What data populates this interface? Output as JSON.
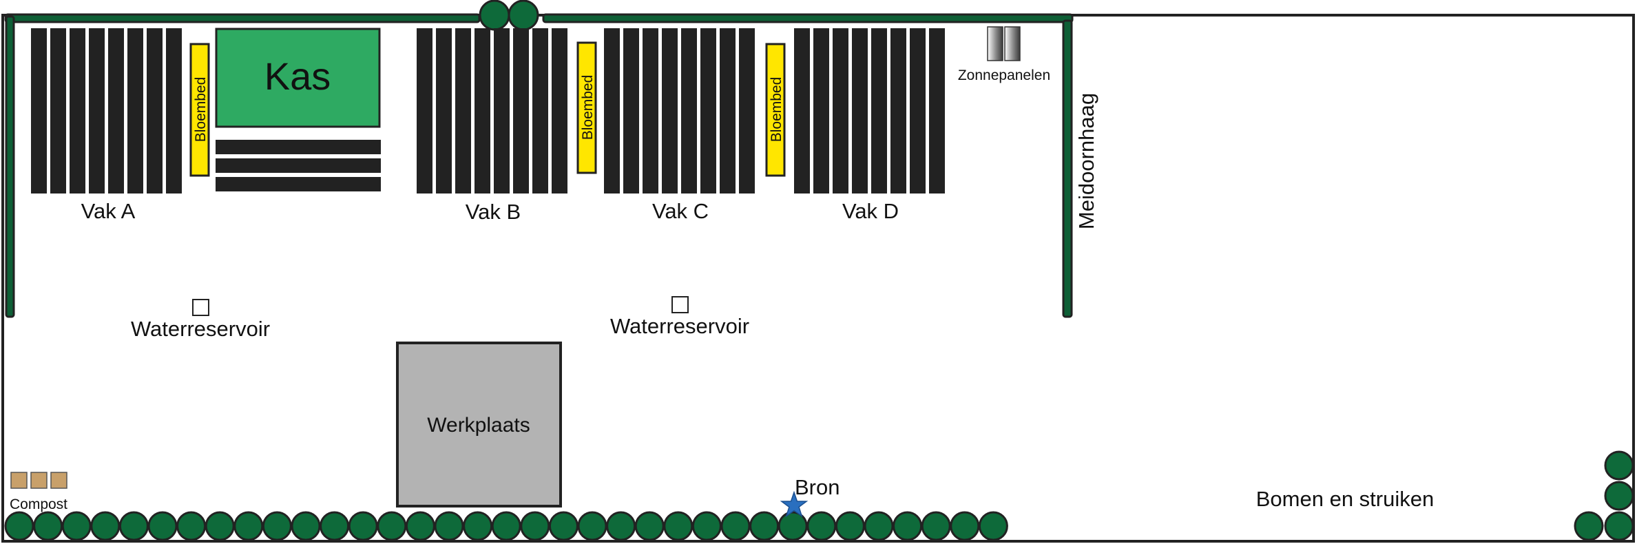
{
  "labels": {
    "vak_a": "Vak A",
    "vak_b": "Vak B",
    "vak_c": "Vak C",
    "vak_d": "Vak D",
    "kas": "Kas",
    "bloembed": "Bloembed",
    "zonnepanelen": "Zonnepanelen",
    "meidoornhaag": "Meidoornhaag",
    "waterreservoir": "Waterreservoir",
    "werkplaats": "Werkplaats",
    "compost": "Compost",
    "bron": "Bron",
    "bomen": "Bomen en struiken"
  },
  "beds": {
    "vak_a": {
      "rows": 8
    },
    "vak_a_extra": {
      "rows": 3
    },
    "vak_b": {
      "rows": 8
    },
    "vak_c": {
      "rows": 8
    },
    "vak_d": {
      "rows": 8
    }
  },
  "counts": {
    "compost_bins": 3,
    "solar_panels": 2,
    "water_reservoirs": 2
  },
  "colors": {
    "hedge_green": "#0e5f36",
    "tree_green": "#0e6a3a",
    "greenhouse_green": "#2eaa62",
    "flowerbed_yellow": "#ffe600",
    "workshop_gray": "#b3b3b3",
    "compost_brown": "#c8a06a",
    "well_blue": "#2a6fbf",
    "bed_dark": "#222222"
  }
}
